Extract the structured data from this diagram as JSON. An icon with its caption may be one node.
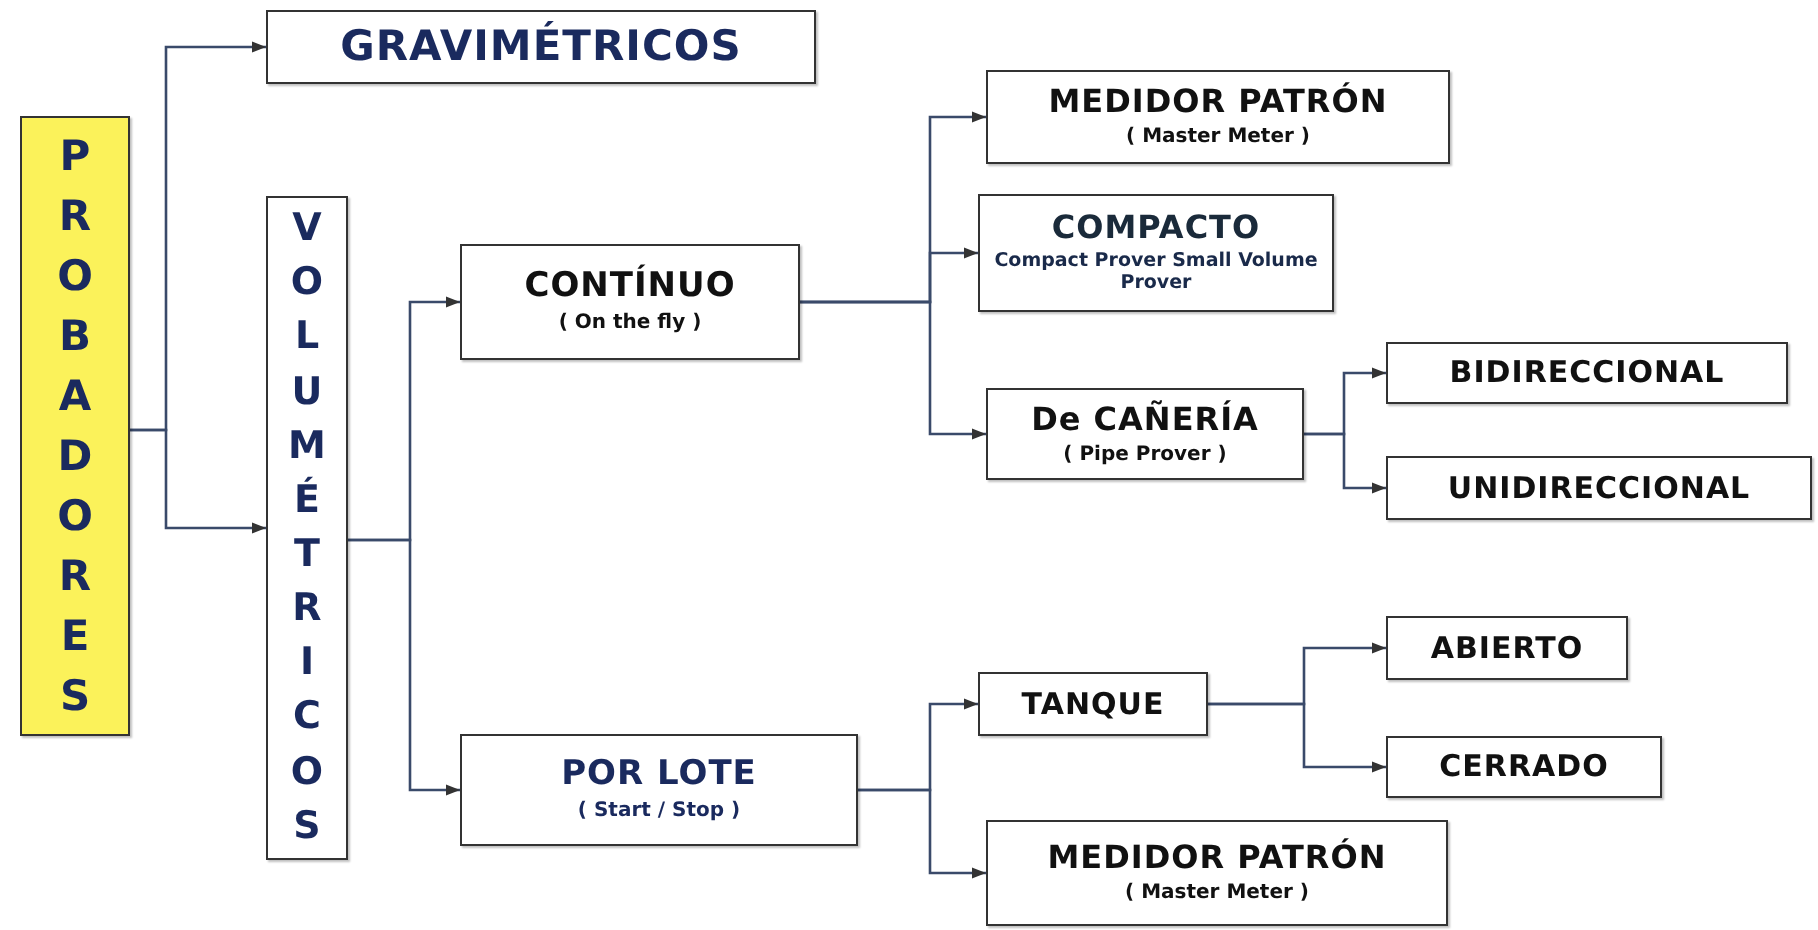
{
  "diagram": {
    "nodes": [
      {
        "text": [
          "PROBADORES"
        ]
      },
      {
        "text": [
          "GRAVIMÉTRICOS"
        ]
      },
      {
        "text": [
          "VOLUMÉTRICOS"
        ]
      },
      {
        "text": [
          "CONTÍNUO",
          "( On the fly )"
        ]
      },
      {
        "text": [
          "MEDIDOR PATRÓN",
          "( Master Meter )"
        ]
      },
      {
        "text": [
          "COMPACTO",
          "Compact Prover Small Volume Prover"
        ]
      },
      {
        "text": [
          "De CAÑERÍA",
          "( Pipe Prover )"
        ]
      },
      {
        "text": [
          "BIDIRECCIONAL"
        ]
      },
      {
        "text": [
          "UNIDIRECCIONAL"
        ]
      },
      {
        "text": [
          "POR LOTE",
          "( Start / Stop )"
        ]
      },
      {
        "text": [
          "TANQUE"
        ]
      },
      {
        "text": [
          "ABIERTO"
        ]
      },
      {
        "text": [
          "CERRADO"
        ]
      },
      {
        "text": [
          "MEDIDOR PATRÓN",
          "( Master Meter )"
        ]
      }
    ],
    "edges": [
      {
        "from": 0,
        "to": 1,
        "arrow": "to"
      },
      {
        "from": 0,
        "to": 2,
        "arrow": "to"
      },
      {
        "from": 2,
        "to": 3,
        "arrow": "to"
      },
      {
        "from": 2,
        "to": 9,
        "arrow": "to"
      },
      {
        "from": 3,
        "to": 4,
        "arrow": "to"
      },
      {
        "from": 3,
        "to": 5,
        "arrow": "to"
      },
      {
        "from": 3,
        "to": 6,
        "arrow": "to"
      },
      {
        "from": 6,
        "to": 7,
        "arrow": "to"
      },
      {
        "from": 6,
        "to": 8,
        "arrow": "to"
      },
      {
        "from": 9,
        "to": 10,
        "arrow": "to"
      },
      {
        "from": 9,
        "to": 13,
        "arrow": "to"
      },
      {
        "from": 10,
        "to": 11,
        "arrow": "to"
      },
      {
        "from": 10,
        "to": 12,
        "arrow": "to"
      }
    ]
  }
}
